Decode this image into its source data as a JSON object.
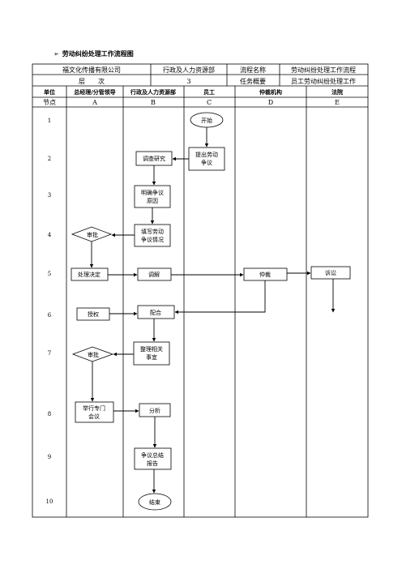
{
  "title": "劳动纠纷处理工作流程图",
  "info": {
    "company": "福文化传播有限公司",
    "dept": "行政及人力资源部",
    "process_name_label": "流程名称",
    "process_name": "劳动纠纷处理工作流程",
    "level_label": "层　　次",
    "level": "3",
    "overview_label": "任务概要",
    "overview": "员工劳动纠纷处理工作"
  },
  "header": {
    "unit_label": "单位",
    "node_label": "节点",
    "columns": [
      {
        "name": "总经理/分管领导",
        "code": "A"
      },
      {
        "name": "行政及人力资源部",
        "code": "B"
      },
      {
        "name": "员工",
        "code": "C"
      },
      {
        "name": "仲裁机构",
        "code": "D"
      },
      {
        "name": "法院",
        "code": "E"
      }
    ]
  },
  "rows": [
    "1",
    "2",
    "3",
    "4",
    "5",
    "6",
    "7",
    "8",
    "9",
    "10"
  ],
  "nodes": {
    "start": "开始",
    "submit": "提出劳动\n争议",
    "investigate": "调查研究",
    "clarify": "明确争议\n原因",
    "fill_form": "填写劳动\n争议情况",
    "approve_1": "审批",
    "decide": "处理决定",
    "mediate": "调解",
    "arbitrate": "仲裁",
    "litigate": "诉讼",
    "authorize": "授权",
    "cooperate": "配合",
    "organize": "整理相关\n事宜",
    "approve_2": "审批",
    "meeting": "举行专门\n会议",
    "analyze": "分析",
    "summary": "争议总结\n报告",
    "end": "结束"
  }
}
